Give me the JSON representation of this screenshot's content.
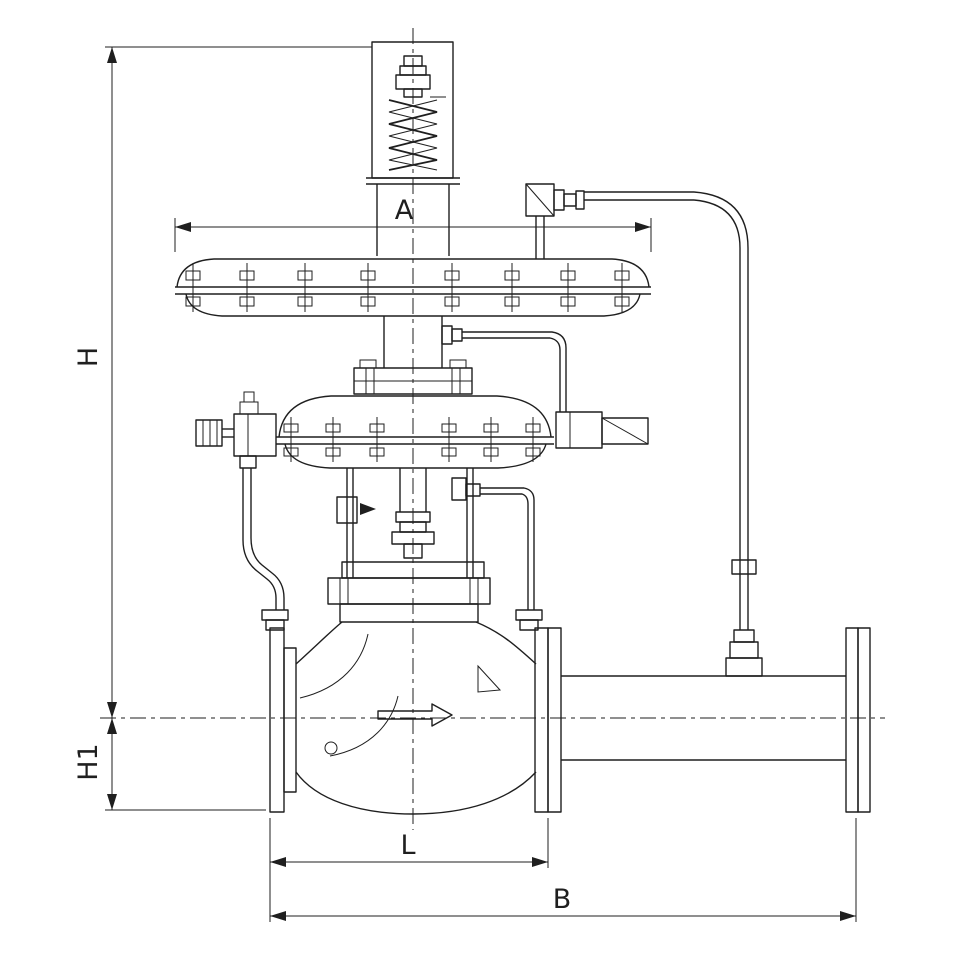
{
  "drawing": {
    "dimension_labels": {
      "A": "A",
      "H": "H",
      "H1": "H1",
      "L": "L",
      "B": "B"
    },
    "colors": {
      "line": "#1f1f1f",
      "background": "#ffffff"
    }
  }
}
